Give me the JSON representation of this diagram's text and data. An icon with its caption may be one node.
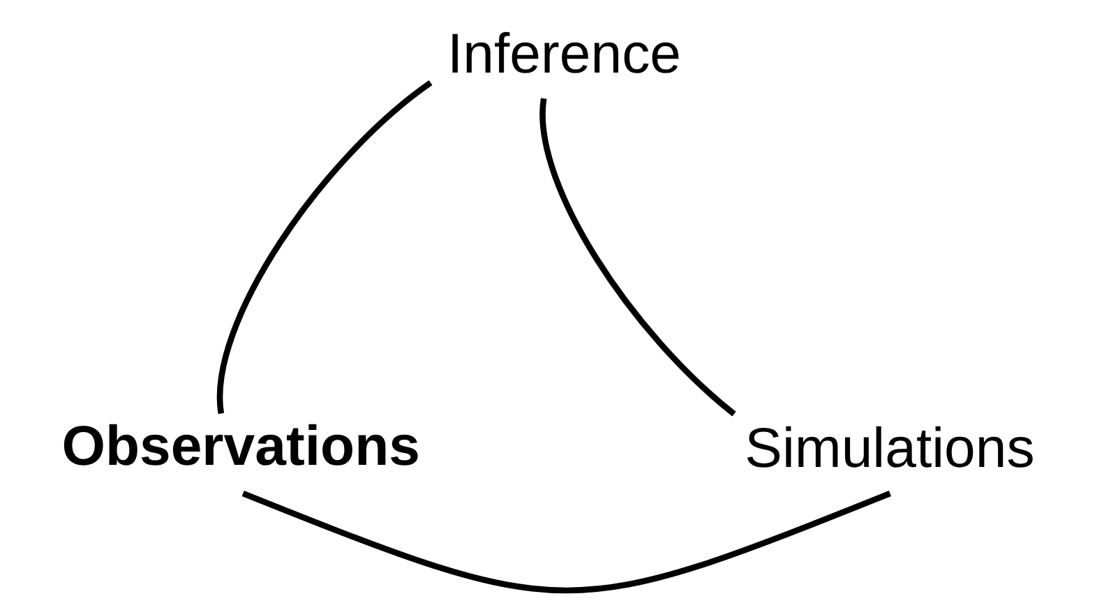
{
  "diagram": {
    "nodes": [
      {
        "text": [
          "Inference"
        ]
      },
      {
        "text": [
          "Observations"
        ]
      },
      {
        "text": [
          "Simulations"
        ]
      }
    ],
    "edges": [
      {
        "from": 0,
        "to": 2,
        "arrow": "none"
      },
      {
        "from": 2,
        "to": 1,
        "arrow": "none"
      },
      {
        "from": 1,
        "to": 0,
        "arrow": "none"
      }
    ]
  }
}
